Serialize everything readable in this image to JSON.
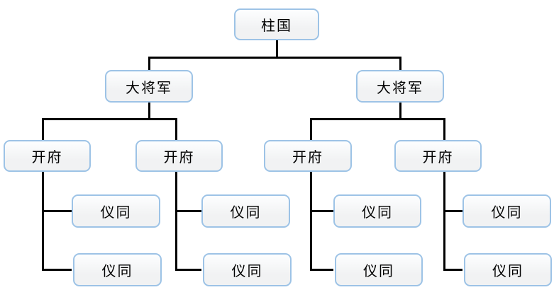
{
  "diagram": {
    "kind": "org-chart",
    "tree": {
      "label": "柱国",
      "children": [
        {
          "label": "大将军",
          "children": [
            {
              "label": "开府",
              "children": [
                {
                  "label": "仪同"
                },
                {
                  "label": "仪同"
                }
              ]
            },
            {
              "label": "开府",
              "children": [
                {
                  "label": "仪同"
                },
                {
                  "label": "仪同"
                }
              ]
            }
          ]
        },
        {
          "label": "大将军",
          "children": [
            {
              "label": "开府",
              "children": [
                {
                  "label": "仪同"
                },
                {
                  "label": "仪同"
                }
              ]
            },
            {
              "label": "开府",
              "children": [
                {
                  "label": "仪同"
                },
                {
                  "label": "仪同"
                }
              ]
            }
          ]
        }
      ]
    },
    "colors": {
      "background": "#FFFFFF",
      "node_border": "#9DC3E6",
      "node_fill": "#F1F2F3",
      "node_fill_top": "#FDFEFF",
      "connector": "#000000",
      "text": "#000000"
    }
  }
}
